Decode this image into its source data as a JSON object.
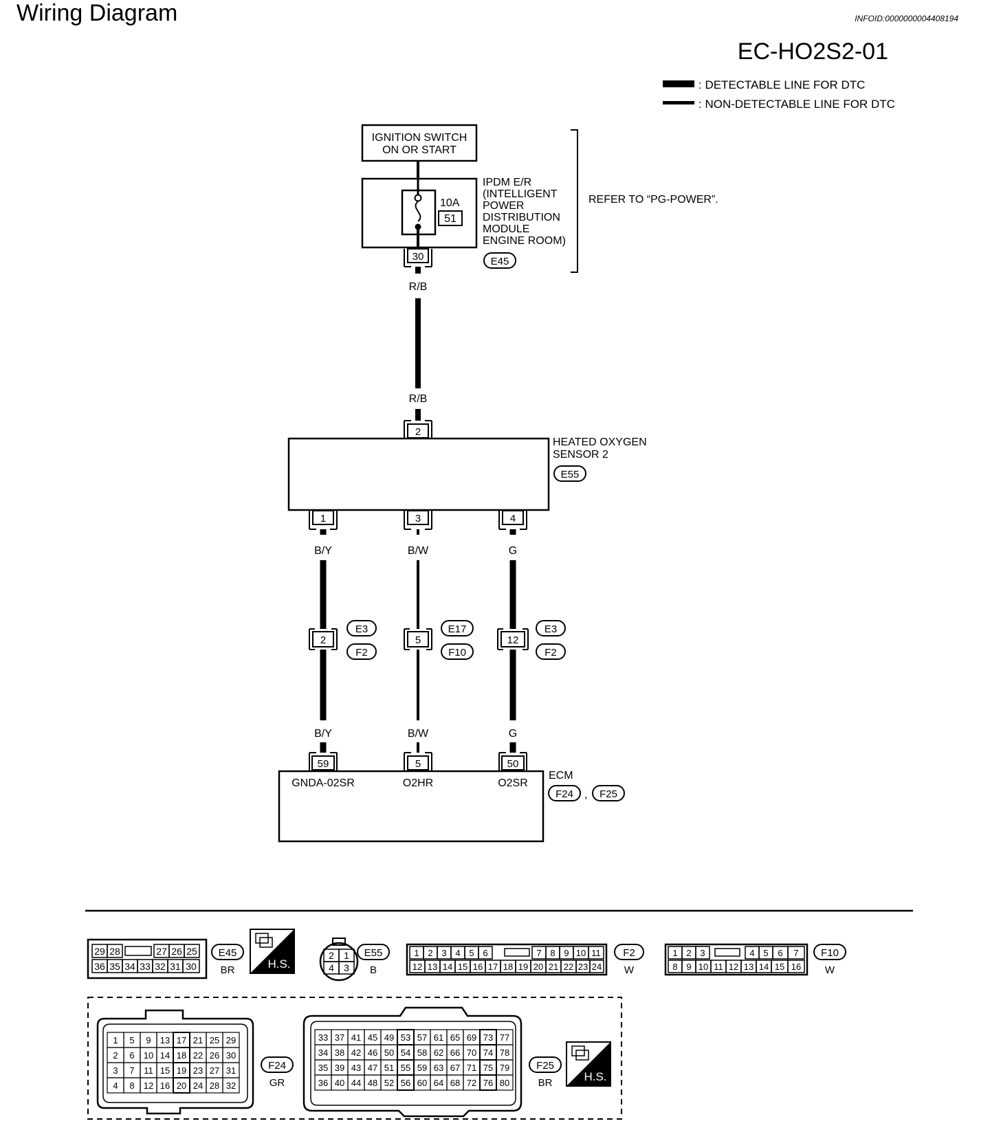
{
  "header": {
    "title": "Wiring Diagram",
    "info_id": "INFOID:0000000004408194",
    "diagram_code": "EC-HO2S2-01"
  },
  "legend": {
    "detectable": ": DETECTABLE LINE FOR DTC",
    "non_detectable": ": NON-DETECTABLE LINE FOR DTC"
  },
  "ignition_switch": {
    "line1": "IGNITION SWITCH",
    "line2": "ON OR START"
  },
  "ipdm": {
    "fuse_rating": "10A",
    "fuse_number": "51",
    "terminal": "30",
    "connector": "E45",
    "label_lines": [
      "IPDM E/R",
      "(INTELLIGENT",
      "POWER",
      "DISTRIBUTION",
      "MODULE",
      "ENGINE ROOM)"
    ],
    "refer_note": "REFER TO “PG-POWER”."
  },
  "power_wire": {
    "color_top": "R/B",
    "color_bottom": "R/B"
  },
  "sensor": {
    "label_lines": [
      "HEATED OXYGEN",
      "SENSOR 2"
    ],
    "connector": "E55",
    "input_terminal": "2",
    "output_terminals": [
      "1",
      "3",
      "4"
    ]
  },
  "circuits": [
    {
      "wire_color": "B/Y",
      "joint_terminal": "2",
      "joint_connector_top": "E3",
      "joint_connector_bottom": "F2",
      "ecm_terminal": "59",
      "ecm_signal": "GNDA-02SR"
    },
    {
      "wire_color": "B/W",
      "joint_terminal": "5",
      "joint_connector_top": "E17",
      "joint_connector_bottom": "F10",
      "ecm_terminal": "5",
      "ecm_signal": "O2HR"
    },
    {
      "wire_color": "G",
      "joint_terminal": "12",
      "joint_connector_top": "E3",
      "joint_connector_bottom": "F2",
      "ecm_terminal": "50",
      "ecm_signal": "O2SR"
    }
  ],
  "ecm": {
    "label": "ECM",
    "connector_a": "F24",
    "separator": ",",
    "connector_b": "F25"
  },
  "connector_views": {
    "hs_label": "H.S.",
    "e45": {
      "id": "E45",
      "color": "BR",
      "row1": [
        "29",
        "28",
        "",
        "27",
        "26",
        "25"
      ],
      "row2": [
        "36",
        "35",
        "34",
        "33",
        "32",
        "31",
        "30"
      ]
    },
    "e55": {
      "id": "E55",
      "color": "B",
      "pins": [
        "2",
        "1",
        "4",
        "3"
      ]
    },
    "f2": {
      "id": "F2",
      "color": "W",
      "row1": [
        "1",
        "2",
        "3",
        "4",
        "5",
        "6",
        "",
        "7",
        "8",
        "9",
        "10",
        "11"
      ],
      "row2": [
        "12",
        "13",
        "14",
        "15",
        "16",
        "17",
        "18",
        "19",
        "20",
        "21",
        "22",
        "23",
        "24"
      ]
    },
    "f10": {
      "id": "F10",
      "color": "W",
      "row1": [
        "1",
        "2",
        "3",
        "",
        "4",
        "5",
        "6",
        "7"
      ],
      "row2": [
        "8",
        "9",
        "10",
        "11",
        "12",
        "13",
        "14",
        "15",
        "16"
      ]
    },
    "f24": {
      "id": "F24",
      "color": "GR",
      "rows": [
        [
          "1",
          "5",
          "9",
          "13",
          "17",
          "21",
          "25",
          "29"
        ],
        [
          "2",
          "6",
          "10",
          "14",
          "18",
          "22",
          "26",
          "30"
        ],
        [
          "3",
          "7",
          "11",
          "15",
          "19",
          "23",
          "27",
          "31"
        ],
        [
          "4",
          "8",
          "12",
          "16",
          "20",
          "24",
          "28",
          "32"
        ]
      ]
    },
    "f25": {
      "id": "F25",
      "color": "BR",
      "rows": [
        [
          "33",
          "37",
          "41",
          "45",
          "49",
          "53",
          "57",
          "61",
          "65",
          "69",
          "73",
          "77"
        ],
        [
          "34",
          "38",
          "42",
          "46",
          "50",
          "54",
          "58",
          "62",
          "66",
          "70",
          "74",
          "78"
        ],
        [
          "35",
          "39",
          "43",
          "47",
          "51",
          "55",
          "59",
          "63",
          "67",
          "71",
          "75",
          "79"
        ],
        [
          "36",
          "40",
          "44",
          "48",
          "52",
          "56",
          "60",
          "64",
          "68",
          "72",
          "76",
          "80"
        ]
      ]
    }
  }
}
